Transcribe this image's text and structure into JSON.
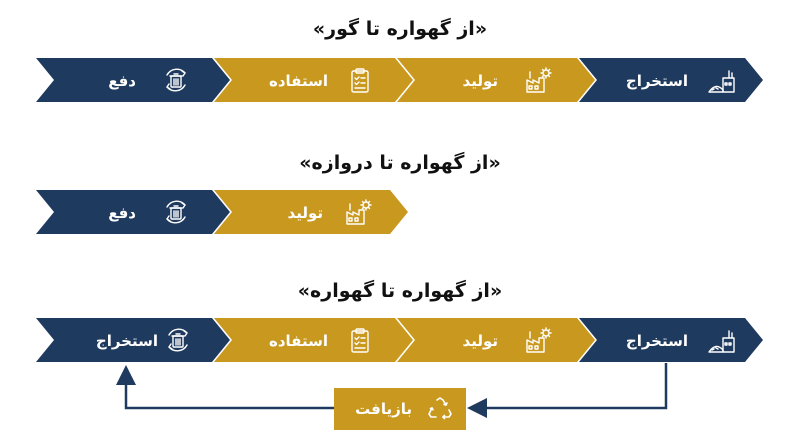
{
  "colors": {
    "navy": "#1f3a5f",
    "gold": "#c9981f",
    "text": "#111111",
    "white": "#ffffff"
  },
  "rows": [
    {
      "title": "«از گهواره تا گور»",
      "stages": [
        {
          "label": "دفع",
          "icon": "trash-recycle-icon",
          "color": "navy"
        },
        {
          "label": "استفاده",
          "icon": "clipboard-icon",
          "color": "gold"
        },
        {
          "label": "تولید",
          "icon": "factory-gear-icon",
          "color": "gold"
        },
        {
          "label": "استخراج",
          "icon": "mine-extraction-icon",
          "color": "navy"
        }
      ]
    },
    {
      "title": "«از گهواره تا دروازه»",
      "stages": [
        {
          "label": "دفع",
          "icon": "trash-recycle-icon",
          "color": "navy"
        },
        {
          "label": "تولید",
          "icon": "factory-gear-icon",
          "color": "gold"
        }
      ]
    },
    {
      "title": "«از گهواره تا گهواره»",
      "stages": [
        {
          "label": "استخراج",
          "icon": "trash-recycle-icon",
          "color": "navy"
        },
        {
          "label": "استفاده",
          "icon": "clipboard-icon",
          "color": "gold"
        },
        {
          "label": "تولید",
          "icon": "factory-gear-icon",
          "color": "gold"
        },
        {
          "label": "استخراج",
          "icon": "mine-extraction-icon",
          "color": "navy"
        }
      ],
      "recycle": {
        "label": "بازیافت",
        "icon": "recycle-icon",
        "color": "gold"
      }
    }
  ]
}
